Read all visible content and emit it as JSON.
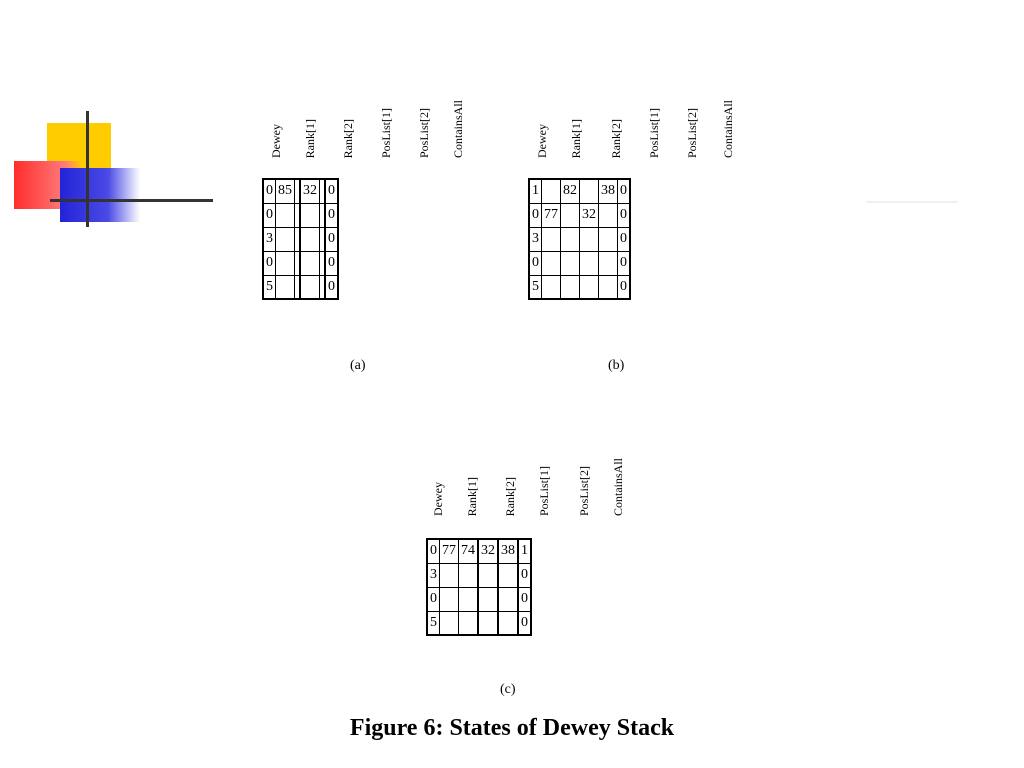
{
  "header_labels": [
    "Dewey",
    "Rank[1]",
    "Rank[2]",
    "PosList[1]",
    "PosList[2]",
    "ContainsAll"
  ],
  "stacks": {
    "a": {
      "caption": "(a)",
      "rows": [
        [
          "0",
          "85",
          "",
          "32",
          "",
          "0"
        ],
        [
          "0",
          "",
          "",
          "",
          "",
          "0"
        ],
        [
          "3",
          "",
          "",
          "",
          "",
          "0"
        ],
        [
          "0",
          "",
          "",
          "",
          "",
          "0"
        ],
        [
          "5",
          "",
          "",
          "",
          "",
          "0"
        ]
      ]
    },
    "b": {
      "caption": "(b)",
      "rows": [
        [
          "1",
          "",
          "82",
          "",
          "38",
          "0"
        ],
        [
          "0",
          "77",
          "",
          "32",
          "",
          "0"
        ],
        [
          "3",
          "",
          "",
          "",
          "",
          "0"
        ],
        [
          "0",
          "",
          "",
          "",
          "",
          "0"
        ],
        [
          "5",
          "",
          "",
          "",
          "",
          "0"
        ]
      ]
    },
    "c": {
      "caption": "(c)",
      "rows": [
        [
          "0",
          "77",
          "74",
          "32",
          "38",
          "1"
        ],
        [
          "3",
          "",
          "",
          "",
          "",
          "0"
        ],
        [
          "0",
          "",
          "",
          "",
          "",
          "0"
        ],
        [
          "5",
          "",
          "",
          "",
          "",
          "0"
        ]
      ]
    }
  },
  "figure_caption": "Figure 6: States of Dewey Stack",
  "colors": {
    "logo_yellow": "#ffcc00",
    "logo_red": "#ff2d2d",
    "logo_blue": "#2323d8"
  }
}
